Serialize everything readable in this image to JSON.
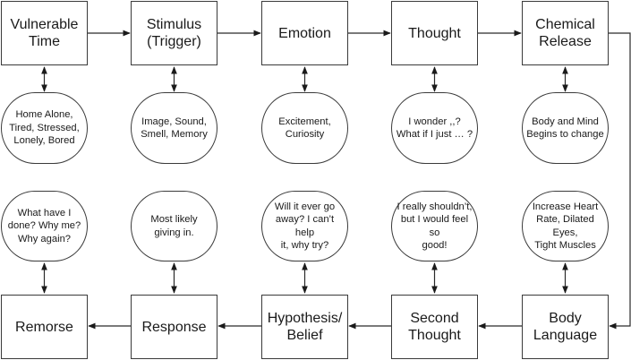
{
  "diagram": {
    "type": "cycle-flowchart",
    "top_row": [
      {
        "id": "vulnerable-time",
        "label": "Vulnerable\nTime",
        "note": "Home Alone,\nTired, Stressed,\nLonely, Bored"
      },
      {
        "id": "stimulus",
        "label": "Stimulus\n(Trigger)",
        "note": "Image, Sound,\nSmell, Memory"
      },
      {
        "id": "emotion",
        "label": "Emotion",
        "note": "Excitement,\nCuriosity"
      },
      {
        "id": "thought",
        "label": "Thought",
        "note": "I wonder ,,?\nWhat if I just … ?"
      },
      {
        "id": "chemical-release",
        "label": "Chemical\nRelease",
        "note": "Body and Mind\nBegins to change"
      }
    ],
    "bottom_row": [
      {
        "id": "remorse",
        "label": "Remorse",
        "note": "What have I\ndone? Why me?\nWhy again?"
      },
      {
        "id": "response",
        "label": "Response",
        "note": "Most likely\ngiving in."
      },
      {
        "id": "hypothesis-belief",
        "label": "Hypothesis/\nBelief",
        "note": "Will it ever go\naway? I can’t help\nit, why try?"
      },
      {
        "id": "second-thought",
        "label": "Second\nThought",
        "note": "I really shouldn’t,\nbut I would feel so\ngood!"
      },
      {
        "id": "body-language",
        "label": "Body\nLanguage",
        "note": "Increase Heart\nRate, Dilated Eyes,\nTight Muscles"
      }
    ],
    "flow_order": [
      "Vulnerable Time",
      "Stimulus (Trigger)",
      "Emotion",
      "Thought",
      "Chemical Release",
      "Body Language",
      "Second Thought",
      "Hypothesis/Belief",
      "Response",
      "Remorse"
    ],
    "colors": {
      "stroke": "#3a3a3a",
      "fill": "#ffffff",
      "text": "#1a1a1a"
    }
  }
}
